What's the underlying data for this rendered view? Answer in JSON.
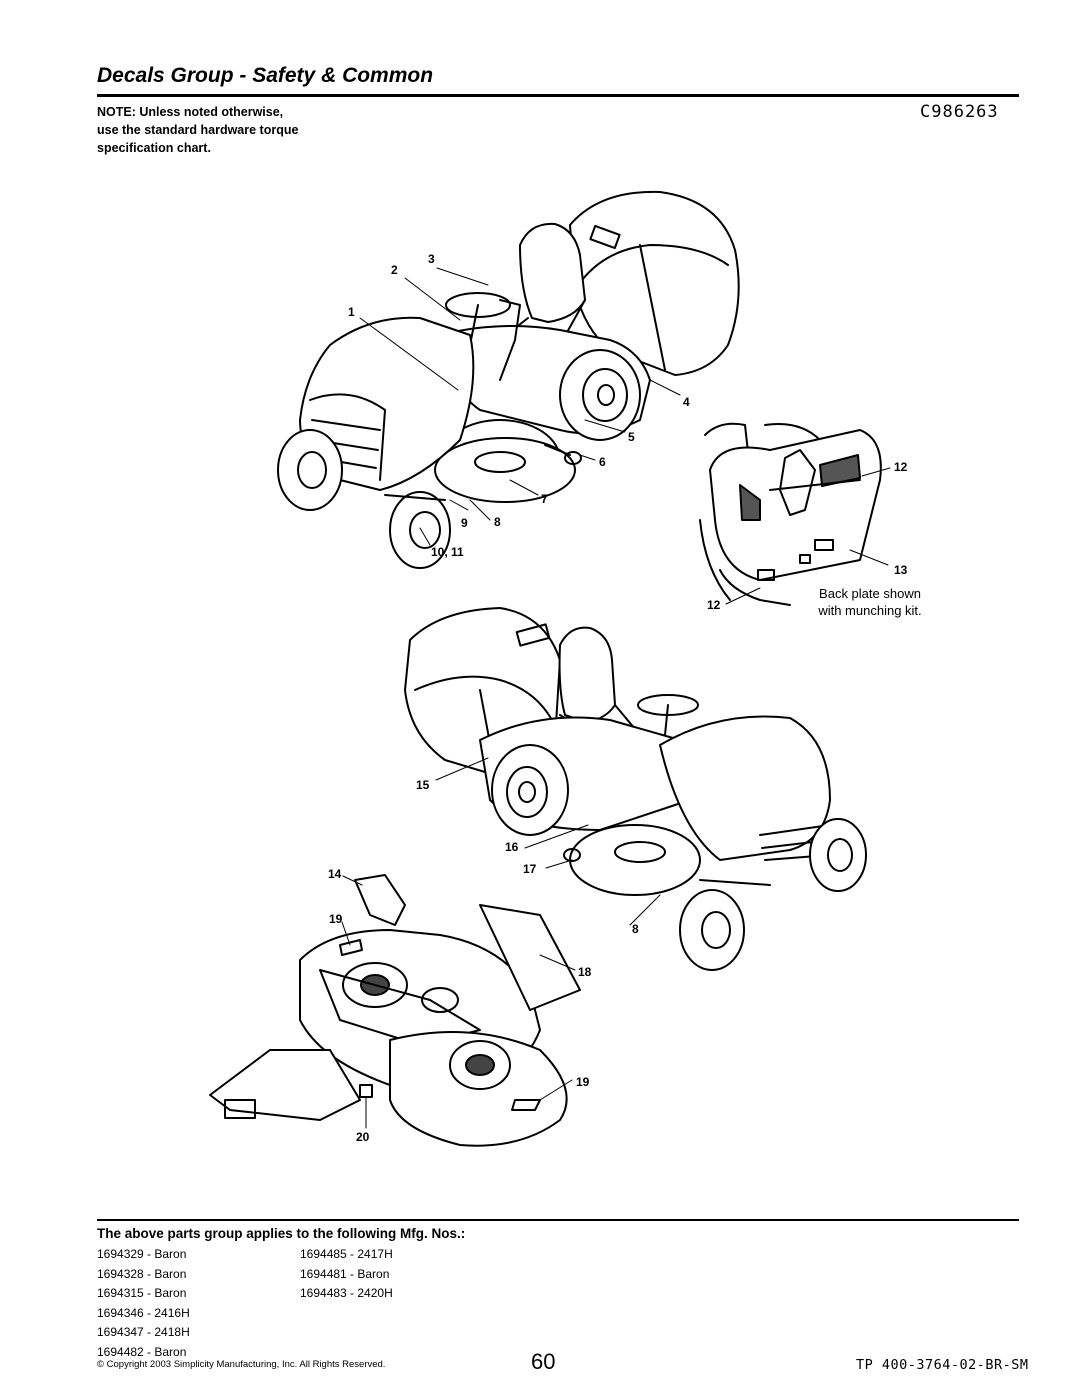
{
  "page": {
    "title": "Decals Group - Safety & Common",
    "drawing_code": "C986263",
    "note_lines": [
      "NOTE: Unless noted otherwise,",
      "use the standard hardware torque",
      "specification chart."
    ],
    "callouts": {
      "c1": "1",
      "c2": "2",
      "c3": "3",
      "c4": "4",
      "c5": "5",
      "c6": "6",
      "c7": "7",
      "c8a": "8",
      "c9": "9",
      "c10": "10, 11",
      "c12a": "12",
      "c12b": "12",
      "c13": "13",
      "c14": "14",
      "c15": "15",
      "c16": "16",
      "c17": "17",
      "c8b": "8",
      "c18": "18",
      "c19a": "19",
      "c19b": "19",
      "c20": "20"
    },
    "back_plate_caption": [
      "Back plate shown",
      "with munching kit."
    ],
    "applies_heading": "The above parts group applies to the following Mfg. Nos.:",
    "mfg_col1": [
      "1694329 - Baron",
      "1694328 - Baron",
      "1694315 - Baron",
      "1694346 - 2416H",
      "1694347 - 2418H",
      "1694482 - Baron"
    ],
    "mfg_col2": [
      "1694485 - 2417H",
      "1694481 - Baron",
      "1694483 - 2420H"
    ],
    "copyright": "© Copyright 2003 Simplicity Manufacturing, Inc. All Rights Reserved.",
    "page_number": "60",
    "doc_number": "TP 400-3764-02-BR-SM"
  }
}
